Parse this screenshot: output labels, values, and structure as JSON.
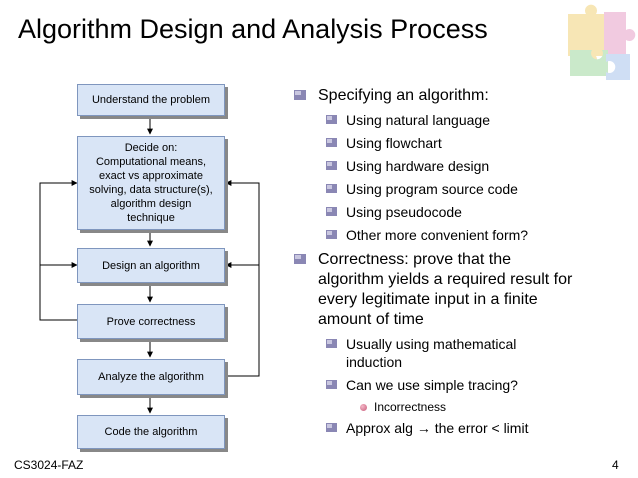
{
  "slide": {
    "title": "Algorithm Design and Analysis Process",
    "footer_left": "CS3024-FAZ",
    "page_number": "4"
  },
  "flowchart": {
    "understand": "Understand the problem",
    "decide_lines": [
      "Decide on:",
      "Computational means,",
      "exact vs approximate",
      "solving, data structure(s),",
      "algorithm design",
      "technique"
    ],
    "design": "Design an algorithm",
    "prove": "Prove correctness",
    "analyze": "Analyze the algorithm",
    "code": "Code the algorithm"
  },
  "bullets": {
    "spec": {
      "text": "Specifying an algorithm:",
      "items": [
        "Using natural language",
        "Using flowchart",
        "Using hardware design",
        "Using program source code",
        "Using pseudocode",
        "Other more convenient form?"
      ]
    },
    "correct": {
      "lines": [
        "Correctness: prove that the",
        "algorithm yields a required result for",
        "every legitimate input in a finite",
        "amount of time"
      ],
      "sub1_lines": [
        "Usually using mathematical",
        "induction"
      ],
      "sub2": "Can we use simple tracing?",
      "sub2_child": "Incorrectness",
      "sub3": "Approx alg → the error < limit"
    }
  },
  "colors": {
    "box_fill": "#d9e5f6",
    "box_border": "#7f96be",
    "bullet_purple": "#8a87b4"
  }
}
